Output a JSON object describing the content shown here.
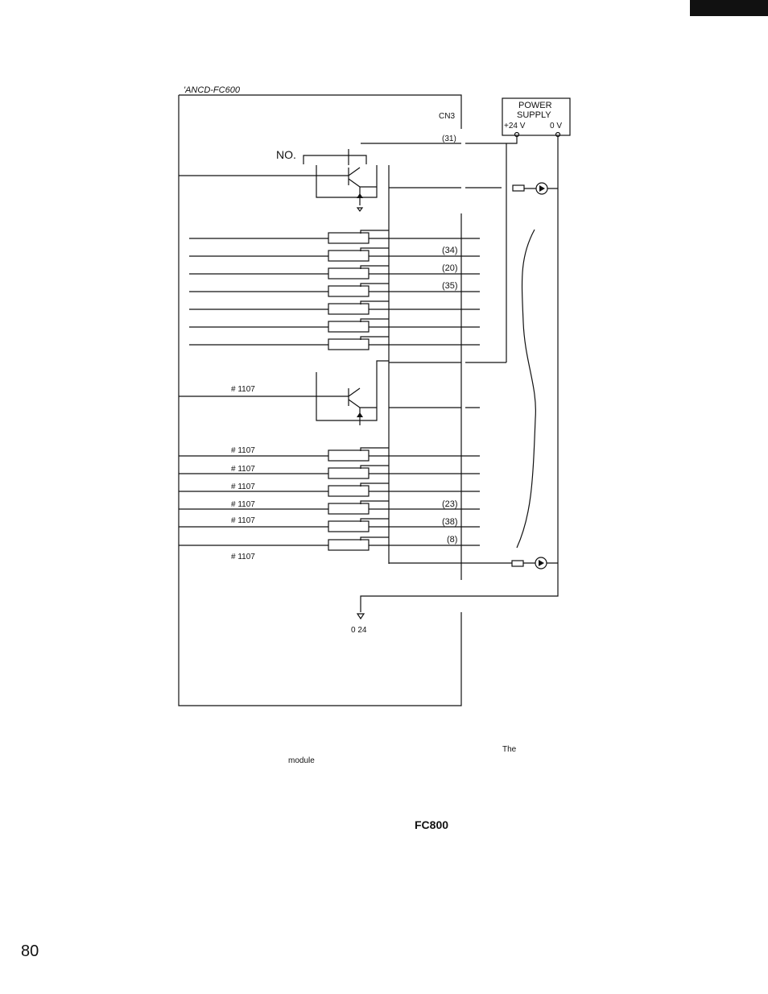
{
  "diagram": {
    "title": "'ANCD-FC600",
    "connector": "CN3",
    "no_label": "NO.",
    "power_supply": {
      "line1": "POWER",
      "line2": "SUPPLY",
      "plus": "+24 V",
      "zero": "0 V"
    },
    "pins": {
      "p31": "(31)",
      "p34": "(34)",
      "p20": "(20)",
      "p35": "(35)",
      "p23": "(23)",
      "p38": "(38)",
      "p8": "(8)"
    },
    "param_labels": [
      "# 1107",
      "# 1107",
      "# 1107",
      "# 1107",
      "# 1107",
      "# 1107",
      "# 1107"
    ],
    "ground_label": "0 24"
  },
  "text": {
    "the": "The",
    "module": "module",
    "fc800": "FC800"
  },
  "page_number": "80"
}
